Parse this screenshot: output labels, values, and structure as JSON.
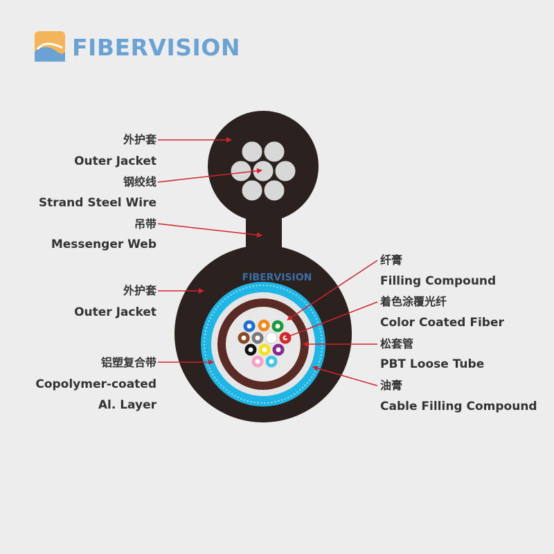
{
  "brand": {
    "logo_text": "FIBERVISION",
    "logo_colors": {
      "orange": "#f4b55a",
      "blue": "#6aa2d4"
    }
  },
  "diagram": {
    "watermark": "FIBERVISION",
    "colors": {
      "jacket": "#2b2220",
      "wire": "#d8d8d8",
      "tape": "#1fb6e6",
      "tube": "#5a2a24",
      "compound": "#e5e5e5",
      "arrow": "#d2232a"
    },
    "fiber_colors": [
      "#1f6fd1",
      "#f08a1d",
      "#1a9a3a",
      "#8a4a20",
      "#7a7a7a",
      "#ffffff",
      "#d42a2a",
      "#111111",
      "#f2e21d",
      "#8b2a8e",
      "#f7a1c4",
      "#3fc6e8"
    ]
  },
  "labels": {
    "outer_jacket_top_cn": "外护套",
    "outer_jacket_top_en": "Outer Jacket",
    "strand_steel_wire_cn": "钢绞线",
    "strand_steel_wire_en": "Strand Steel Wire",
    "messenger_web_cn": "吊带",
    "messenger_web_en": "Messenger Web",
    "outer_jacket_bottom_cn": "外护套",
    "outer_jacket_bottom_en": "Outer Jacket",
    "al_layer_cn": "铝塑复合带",
    "al_layer_en_1": "Copolymer-coated",
    "al_layer_en_2": "Al. Layer",
    "filling_compound_cn": "纤膏",
    "filling_compound_en": "Filling Compound",
    "color_fiber_cn": "着色涂覆光纤",
    "color_fiber_en": "Color Coated Fiber",
    "loose_tube_cn": "松套管",
    "loose_tube_en": "PBT Loose Tube",
    "cable_compound_cn": "油膏",
    "cable_compound_en": "Cable Filling Compound"
  }
}
